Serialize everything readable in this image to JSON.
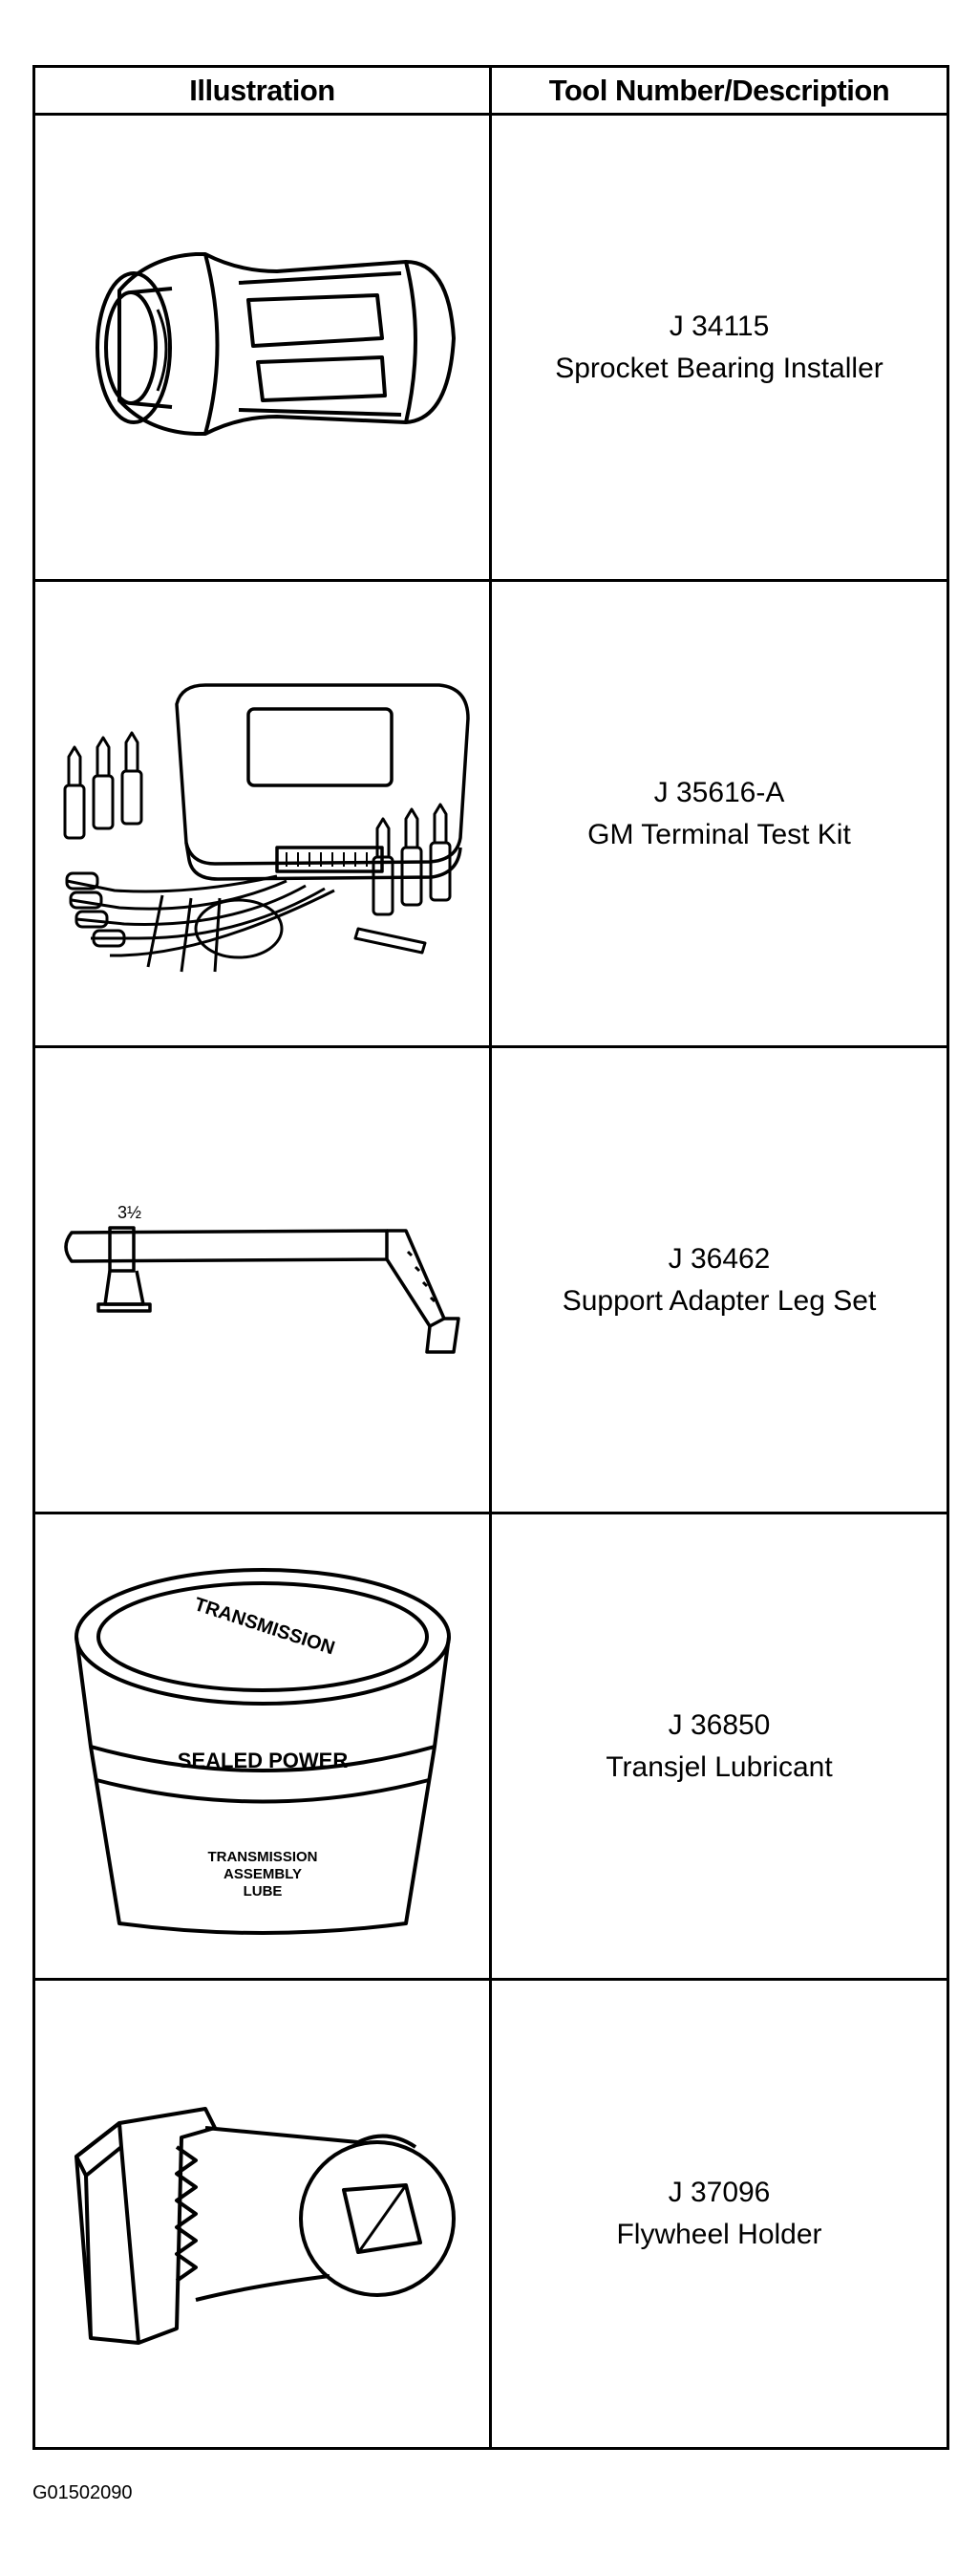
{
  "table": {
    "header": {
      "illustration": "Illustration",
      "description": "Tool Number/Description"
    },
    "rows": [
      {
        "tool_number": "J 34115",
        "description": "Sprocket Bearing Installer"
      },
      {
        "tool_number": "J 35616-A",
        "description": "GM Terminal Test Kit"
      },
      {
        "tool_number": "J 36462",
        "description": "Support Adapter Leg Set"
      },
      {
        "tool_number": "J 36850",
        "description": "Transjel Lubricant"
      },
      {
        "tool_number": "J 37096",
        "description": "Flywheel Holder"
      }
    ]
  },
  "illustrations": {
    "row3_tag": "3½",
    "row4_lid_text": "TRANSMISSION",
    "row4_band_text": "SEALED POWER",
    "row4_label_lines": [
      "TRANSMISSION",
      "ASSEMBLY",
      "LUBE"
    ]
  },
  "figure_code": "G01502090"
}
